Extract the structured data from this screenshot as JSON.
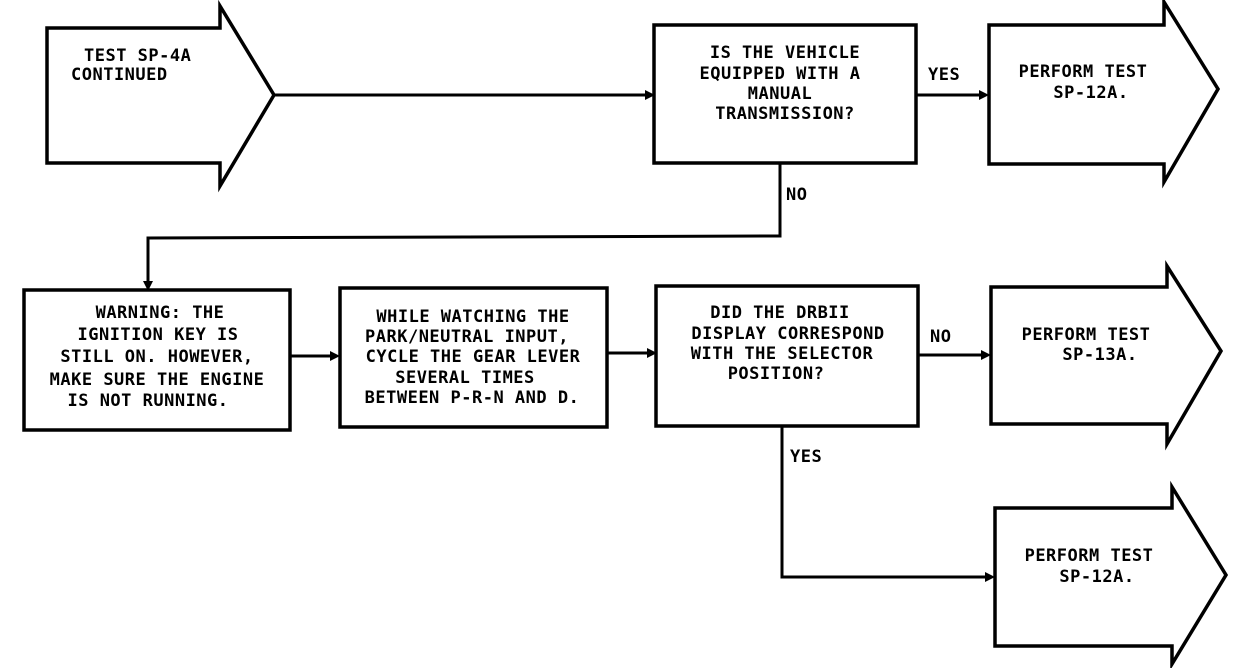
{
  "diagram": {
    "type": "flowchart",
    "colors": {
      "line": "#000000",
      "background": "#ffffff"
    },
    "nodes": {
      "start": {
        "shape": "arrow-pentagon",
        "lines": [
          "TEST SP-4A",
          "CONTINUED"
        ]
      },
      "q_manual": {
        "shape": "rect",
        "lines": [
          "IS THE VEHICLE",
          "EQUIPPED WITH A",
          "MANUAL",
          "TRANSMISSION?"
        ]
      },
      "end_sp12a_top": {
        "shape": "arrow-pentagon",
        "lines": [
          "PERFORM TEST",
          "SP-12A."
        ]
      },
      "warning": {
        "shape": "rect",
        "lines": [
          "WARNING:  THE",
          "IGNITION KEY IS",
          "STILL ON. HOWEVER,",
          "MAKE SURE THE ENGINE",
          "IS NOT RUNNING."
        ]
      },
      "cycle_gear": {
        "shape": "rect",
        "lines": [
          "WHILE WATCHING THE",
          "PARK/NEUTRAL INPUT,",
          "CYCLE THE GEAR LEVER",
          "SEVERAL TIMES",
          "BETWEEN P-R-N AND D."
        ]
      },
      "q_drbii": {
        "shape": "rect",
        "lines": [
          "DID THE DRBII",
          "DISPLAY CORRESPOND",
          "WITH THE SELECTOR",
          "POSITION?"
        ]
      },
      "end_sp13a": {
        "shape": "arrow-pentagon",
        "lines": [
          "PERFORM TEST",
          "SP-13A."
        ]
      },
      "end_sp12a_bottom": {
        "shape": "arrow-pentagon",
        "lines": [
          "PERFORM TEST",
          "SP-12A."
        ]
      }
    },
    "edges": [
      {
        "from": "start",
        "to": "q_manual",
        "label": ""
      },
      {
        "from": "q_manual",
        "to": "end_sp12a_top",
        "label": "YES"
      },
      {
        "from": "q_manual",
        "to": "warning",
        "label": "NO"
      },
      {
        "from": "warning",
        "to": "cycle_gear",
        "label": ""
      },
      {
        "from": "cycle_gear",
        "to": "q_drbii",
        "label": ""
      },
      {
        "from": "q_drbii",
        "to": "end_sp13a",
        "label": "NO"
      },
      {
        "from": "q_drbii",
        "to": "end_sp12a_bottom",
        "label": "YES"
      }
    ]
  }
}
